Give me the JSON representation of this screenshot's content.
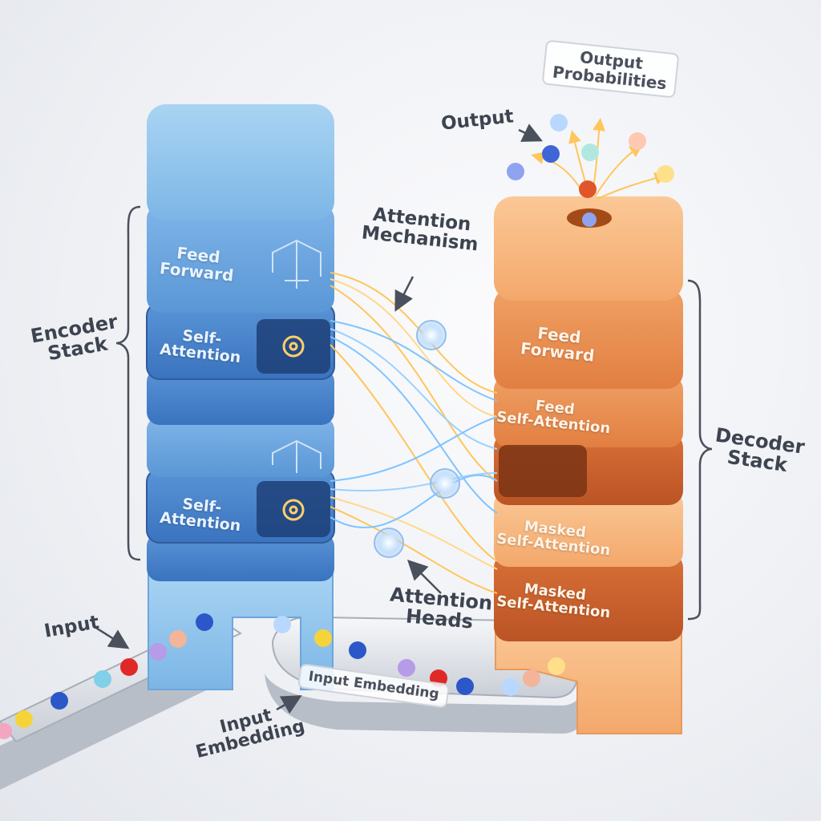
{
  "labels": {
    "output": "Output",
    "output_probabilities": [
      "Output",
      "Probabilities"
    ],
    "attention_mechanism": [
      "Attention",
      "Mechanism"
    ],
    "encoder_stack": [
      "Encoder",
      "Stack"
    ],
    "decoder_stack": [
      "Decoder",
      "Stack"
    ],
    "attention_heads": [
      "Attention",
      "Heads"
    ],
    "input": "Input",
    "input_embedding_tag": "Input Embedding",
    "input_embedding": [
      "Input",
      "Embedding"
    ]
  },
  "encoder_blocks": [
    {
      "lines": [
        "Feed",
        "Forward"
      ]
    },
    {
      "lines": [
        "Self-",
        "Attention"
      ]
    },
    {
      "lines": [
        "Self-",
        "Attention"
      ]
    }
  ],
  "decoder_blocks": [
    {
      "lines": [
        "Feed",
        "Forward"
      ]
    },
    {
      "lines": [
        "Feed",
        "Self-Attention"
      ]
    },
    {
      "lines": [
        "Masked",
        "Self-Attention"
      ]
    },
    {
      "lines": [
        "Masked",
        "Self-Attention"
      ]
    }
  ],
  "colors": {
    "encoder_light": "#8cc3ec",
    "encoder_mid": "#5f9fdc",
    "encoder_dark": "#3f7fc8",
    "decoder_light": "#f6b47a",
    "decoder_mid": "#ea8a4d",
    "decoder_dark": "#c9622c",
    "attention_line_blue": "#7fc4ff",
    "attention_line_gold": "#ffc65a"
  }
}
